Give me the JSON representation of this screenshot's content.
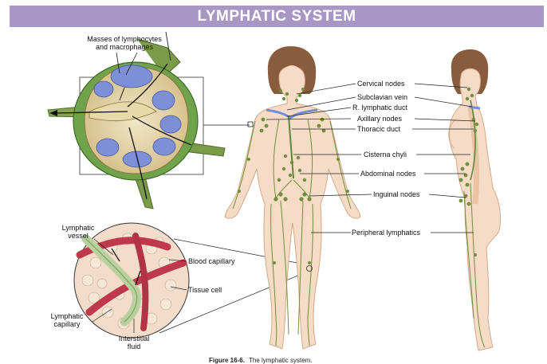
{
  "title": "LYMPHATIC SYSTEM",
  "node_labels": {
    "masses": [
      "Masses of lymphocytes",
      "and macrophages"
    ],
    "lymphatic_vessel": [
      "Lymphatic",
      "vessel"
    ],
    "blood_capillary": "Blood capillary",
    "tissue_cell": "Tissue cell",
    "lymphatic_capillary": [
      "Lymphatic",
      "capillary"
    ],
    "interstitial_fluid": [
      "Interstitial",
      "fluid"
    ]
  },
  "body_labels": {
    "cervical": "Cervical nodes",
    "subclavian": "Subclavian vein",
    "r_lymphatic": "R. lymphatic duct",
    "axillary": "Axillary nodes",
    "thoracic": "Thoracic duct",
    "cisterna": "Cisterna chyli",
    "abdominal": "Abdominal nodes",
    "inguinal": "Inguinal nodes",
    "peripheral": "Peripheral lymphatics"
  },
  "caption": {
    "figure": "Figure 16-6.",
    "text": "The lymphatic system."
  },
  "colors": {
    "title_bg": "#a896c4",
    "skin": "#f6dcc6",
    "hair": "#8a5c3e",
    "lymph_green": "#5b8a3a",
    "node_green": "#6f8f3c",
    "vein_blue": "#6f8fd8",
    "node_fill": "#e8d8b0",
    "node_outer": "#6fa24a",
    "blood_red": "#c0394a"
  }
}
